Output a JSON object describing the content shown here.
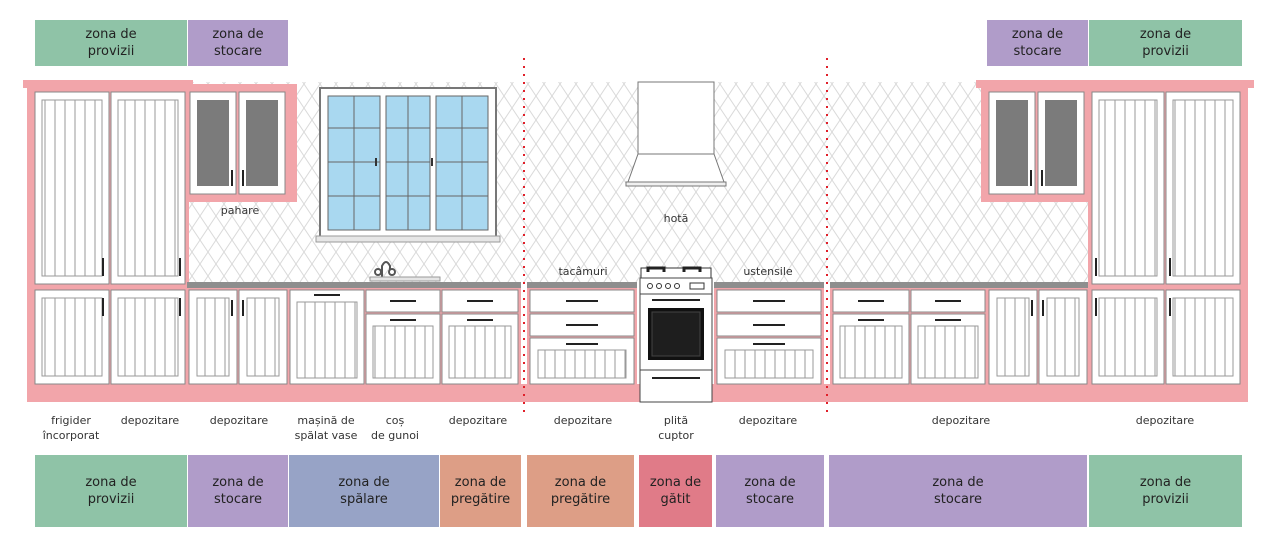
{
  "colors": {
    "provizii": "#8fc3a7",
    "stocare": "#b09cc9",
    "spalare": "#97a3c6",
    "pregatire": "#dd9e86",
    "gatit": "#e07b88",
    "cabinet_trim": "#f2a5aa",
    "backsplash_line": "#d8d8d8",
    "window_glass": "#a9d8f0",
    "divider": "#e0202a"
  },
  "icons": {
    "faucet": "faucet-icon",
    "hood": "range-hood-icon",
    "stove": "stove-oven-icon",
    "window": "window-icon"
  },
  "top_zones": {
    "left": [
      {
        "label": "zona de\nprovizii",
        "color": "provizii"
      },
      {
        "label": "zona de\nstocare",
        "color": "stocare"
      }
    ],
    "right": [
      {
        "label": "zona de\nstocare",
        "color": "stocare"
      },
      {
        "label": "zona de\nprovizii",
        "color": "provizii"
      }
    ]
  },
  "upper_labels": {
    "pahare": "pahare",
    "hota": "hotă",
    "tacamuri": "tacâmuri",
    "ustensile": "ustensile"
  },
  "appliance_labels": [
    "frigider\nîncorporat",
    "depozitare",
    "depozitare",
    "mașină de\nspălat vase",
    "coș\nde gunoi",
    "depozitare",
    "depozitare",
    "plită\ncuptor",
    "depozitare",
    "depozitare",
    "depozitare"
  ],
  "bottom_zones": [
    {
      "label": "zona de\nprovizii",
      "color": "provizii"
    },
    {
      "label": "zona de\nstocare",
      "color": "stocare"
    },
    {
      "label": "zona de\nspălare",
      "color": "spalare"
    },
    {
      "label": "zona de\npregătire",
      "color": "pregatire"
    },
    {
      "label": "zona de\npregătire",
      "color": "pregatire"
    },
    {
      "label": "zona de\ngătit",
      "color": "gatit"
    },
    {
      "label": "zona de\nstocare",
      "color": "stocare"
    },
    {
      "label": "zona de\nstocare",
      "color": "stocare"
    },
    {
      "label": "zona de\nprovizii",
      "color": "provizii"
    }
  ]
}
